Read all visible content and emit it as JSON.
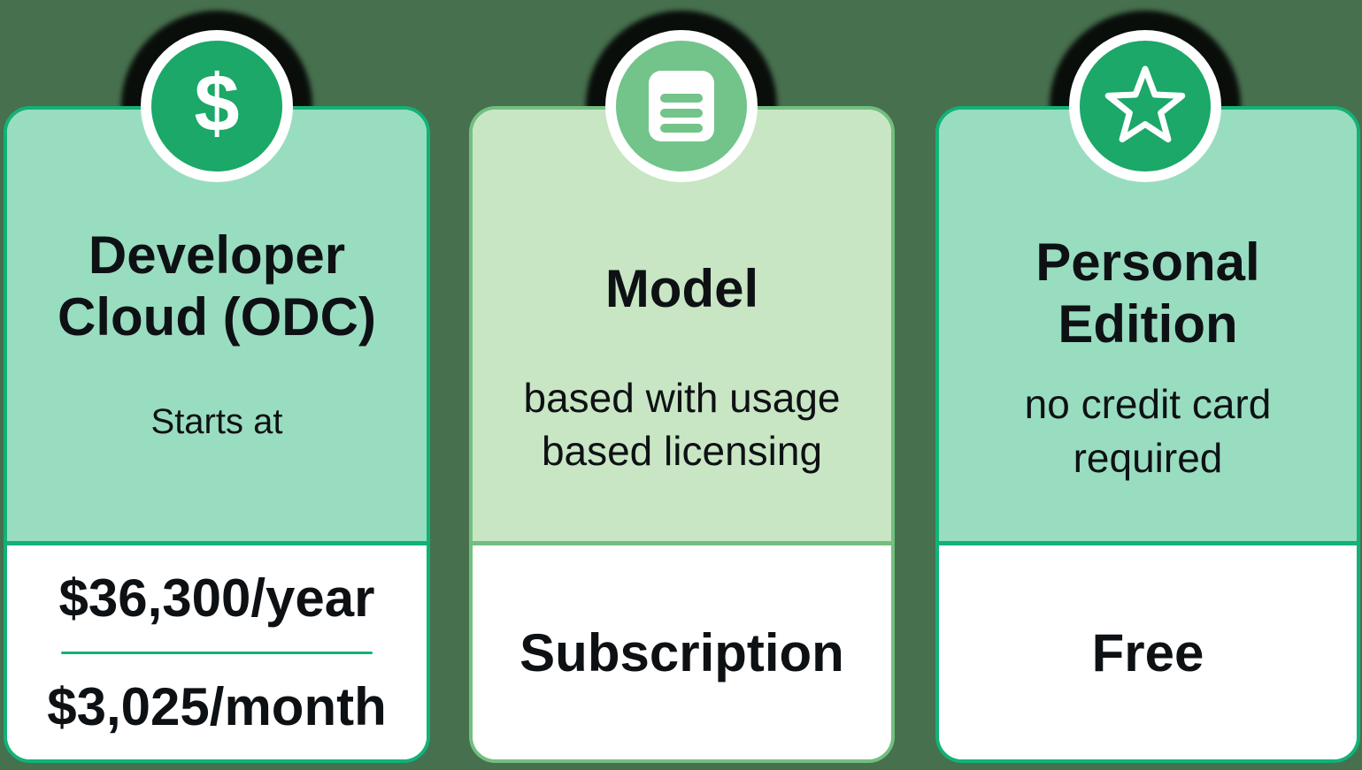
{
  "page": {
    "background_color": "#47704E",
    "text_color": "#0E1114"
  },
  "cards": [
    {
      "id": "developer-cloud-odc",
      "icon": "dollar-icon",
      "icon_glyph": "$",
      "icon_color": "#1BA868",
      "fill_color": "#99DDC1",
      "accent_color": "#12B277",
      "title": "Developer Cloud (ODC)",
      "subtitle": "Starts at",
      "price_primary": "$36,300/year",
      "price_secondary": "$3,025/month"
    },
    {
      "id": "model",
      "icon": "document-icon",
      "icon_color": "#72C48A",
      "fill_color": "#C8E6C4",
      "accent_color": "#72BF7F",
      "title": "Model",
      "subtitle": "based with usage based licensing",
      "value": "Subscription"
    },
    {
      "id": "personal-edition",
      "icon": "star-icon",
      "icon_color": "#1BA868",
      "fill_color": "#99DDC1",
      "accent_color": "#12B277",
      "title": "Personal Edition",
      "subtitle": "no credit card required",
      "value": "Free"
    }
  ]
}
